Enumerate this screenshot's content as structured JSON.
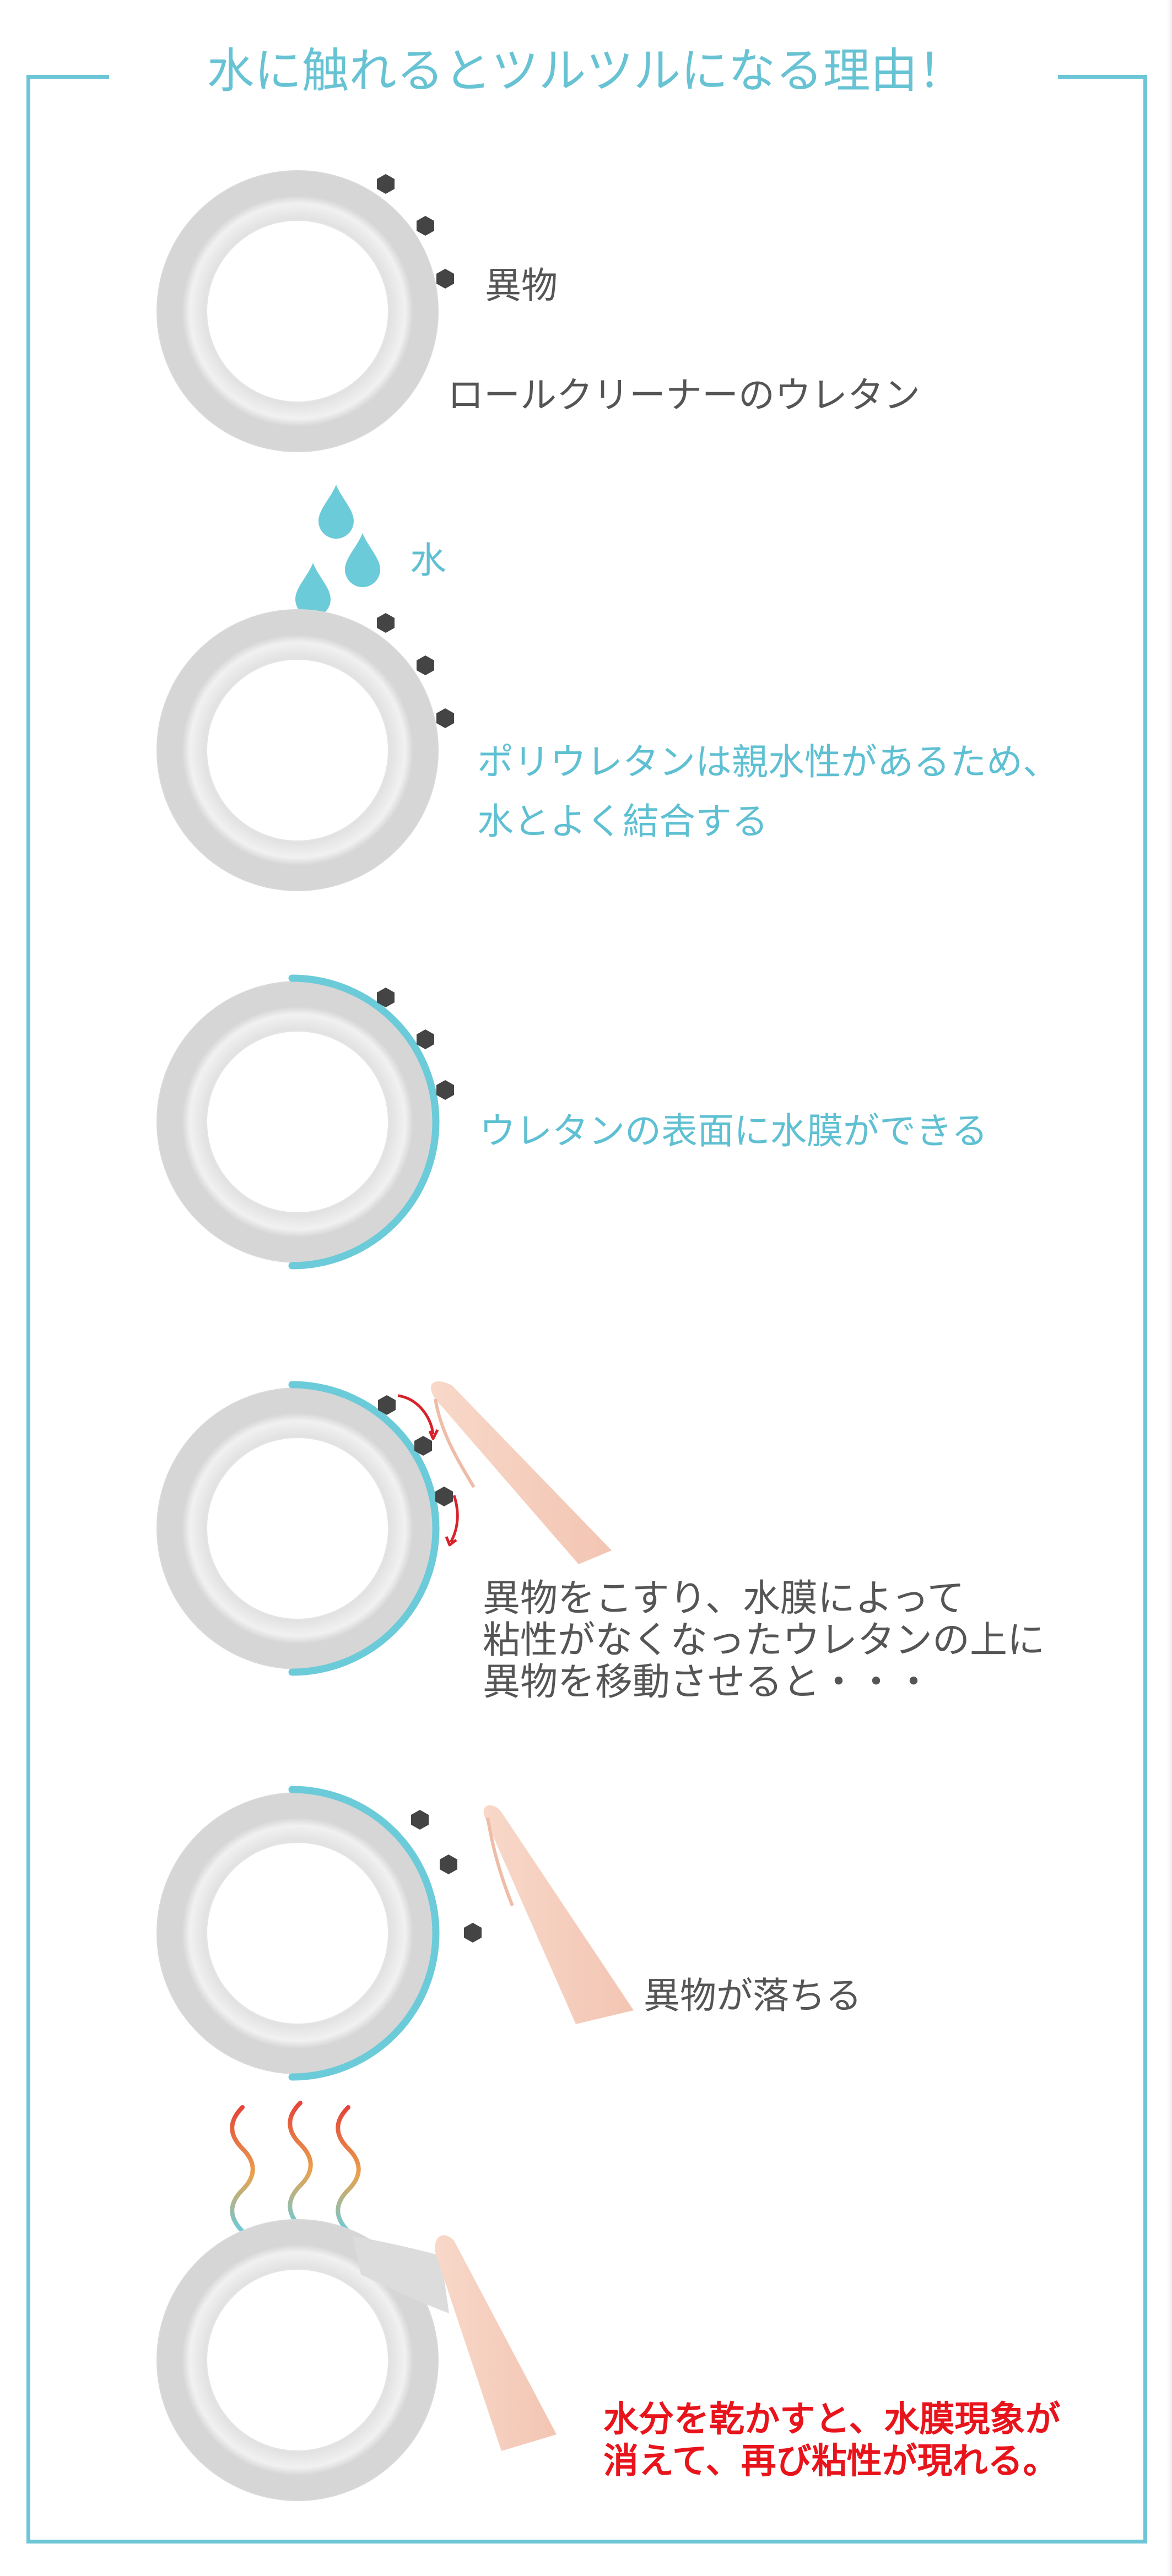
{
  "title": "水に触れるとツルツルになる理由！",
  "labels": {
    "foreign_matter": "異物",
    "urethane": "ロールクリーナーのウレタン",
    "water": "水",
    "step2": "ポリウレタンは親水性があるため、\n水とよく結合する",
    "step3": "ウレタンの表面に水膜ができる",
    "step4": "異物をこすり、水膜によって\n粘性がなくなったウレタンの上に\n異物を移動させると・・・",
    "step5": "異物が落ちる",
    "step6": "水分を乾かすと、水膜現象が\n消えて、再び粘性が現れる。"
  },
  "colors": {
    "frame": "#6cc6d6",
    "water": "#6ccbd9",
    "ring": "#dcdcdc",
    "particle": "#444444",
    "finger": "#f6d2c2",
    "red_text": "#e8141c"
  }
}
